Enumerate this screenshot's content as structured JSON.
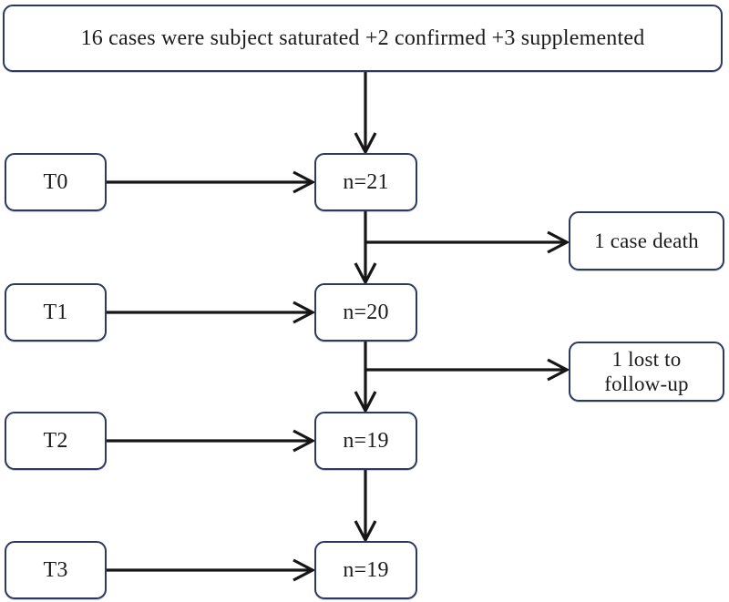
{
  "diagram": {
    "title_box": {
      "label": "16 cases were subject saturated +2 confirmed +3 supplemented"
    },
    "stages": [
      {
        "id": "t0",
        "label": "T0"
      },
      {
        "id": "t1",
        "label": "T1"
      },
      {
        "id": "t2",
        "label": "T2"
      },
      {
        "id": "t3",
        "label": "T3"
      }
    ],
    "counts": [
      {
        "id": "n21",
        "label": "n=21"
      },
      {
        "id": "n20",
        "label": "n=20"
      },
      {
        "id": "n19a",
        "label": "n=19"
      },
      {
        "id": "n19b",
        "label": "n=19"
      }
    ],
    "attrition": [
      {
        "id": "death",
        "label": "1 case death"
      },
      {
        "id": "lost",
        "label": "1 lost to\nfollow-up"
      }
    ],
    "colors": {
      "box_border": "#2b3a5e",
      "box_fill": "#ffffff",
      "edge": "#161616",
      "text": "#1b1b1b",
      "background": "#ffffff"
    }
  }
}
